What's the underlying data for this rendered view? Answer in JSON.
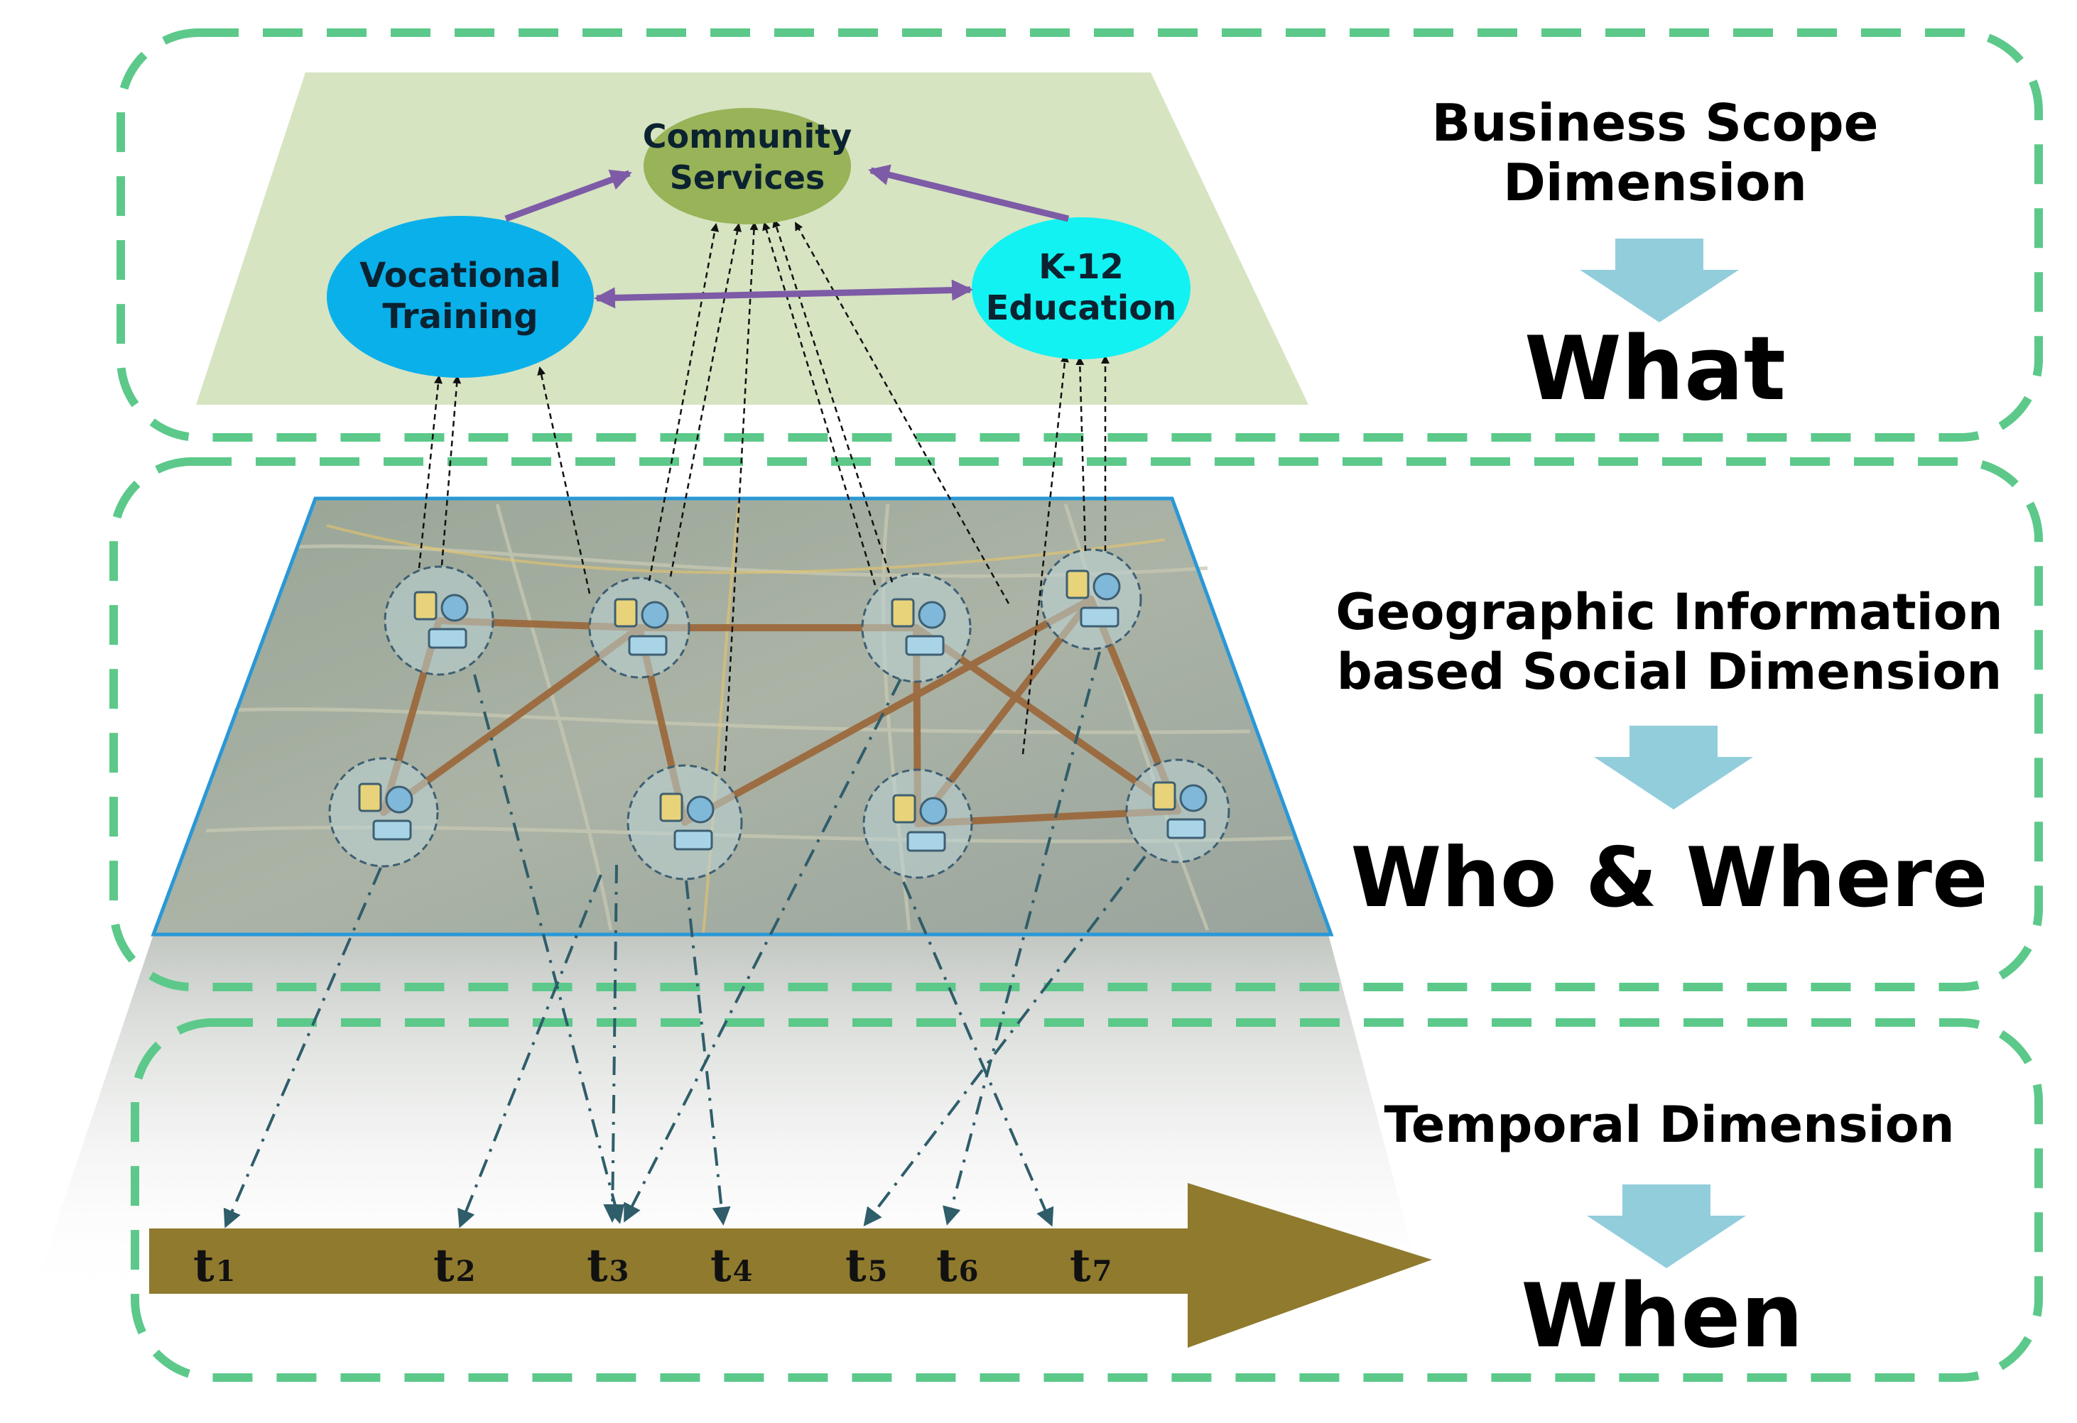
{
  "business": {
    "heading_lines": [
      "Business Scope",
      "Dimension"
    ],
    "keyword": "What",
    "nodes": {
      "community": [
        "Community",
        "Services"
      ],
      "vocational": [
        "Vocational",
        "Training"
      ],
      "k12": [
        "K-12",
        "Education"
      ]
    }
  },
  "geographic": {
    "heading_lines": [
      "Geographic Information",
      "based Social Dimension"
    ],
    "keyword": "Who & Where"
  },
  "temporal": {
    "heading": "Temporal Dimension",
    "keyword": "When",
    "ticks": [
      "1",
      "2",
      "3",
      "4",
      "5",
      "6",
      "7"
    ]
  },
  "colors": {
    "frame_dash": "#5cc98a",
    "plane_green": "#d6e4c2",
    "map_border": "#2a98d6",
    "community": "#98b358",
    "vocational": "#0ab0ea",
    "k12": "#12f2f2",
    "bi_arrow": "#7d5ba6",
    "map_link": "#9b6638",
    "time_arrow": "#8f7a2e",
    "down_arrow": "#92cddc",
    "leader": "#2f5d6a"
  }
}
